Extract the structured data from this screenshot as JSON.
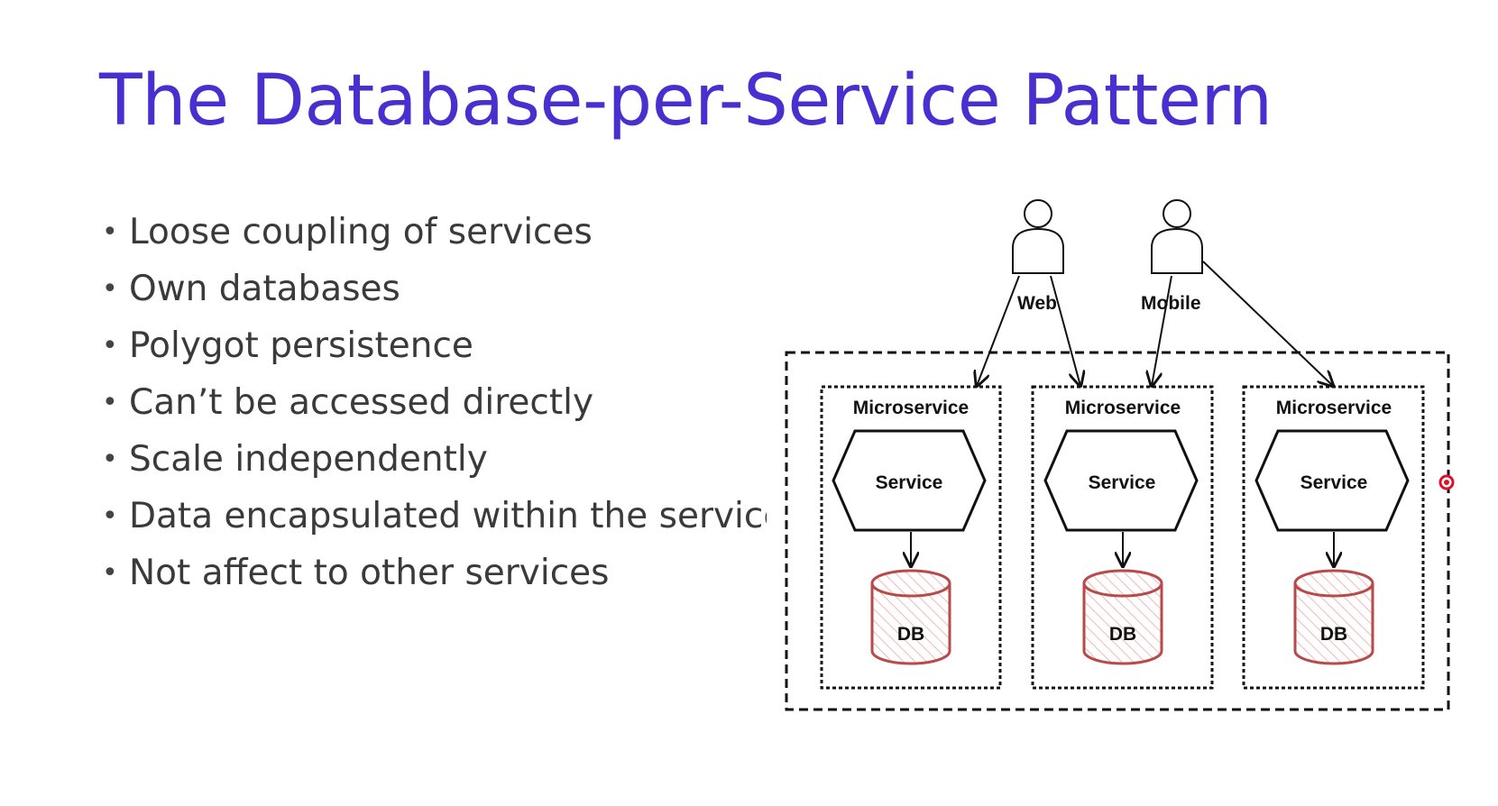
{
  "slide": {
    "title": "The Database-per-Service Pattern",
    "bullets": [
      "Loose coupling of services",
      "Own databases",
      "Polygot persistence",
      "Can’t be accessed directly",
      "Scale independently",
      "Data encapsulated within the service",
      "Not affect to other services"
    ]
  },
  "diagram": {
    "clients": [
      {
        "label": "Web",
        "icon": "user-icon"
      },
      {
        "label": "Mobile",
        "icon": "user-icon"
      }
    ],
    "microservices": [
      {
        "label": "Microservice",
        "service_label": "Service",
        "db_label": "DB"
      },
      {
        "label": "Microservice",
        "service_label": "Service",
        "db_label": "DB"
      },
      {
        "label": "Microservice",
        "service_label": "Service",
        "db_label": "DB"
      }
    ],
    "colors": {
      "title": "#4a2fd0",
      "db_stroke": "#b84a4a",
      "db_hatch": "#f2b8b8",
      "pointer": "#e0102a"
    }
  }
}
